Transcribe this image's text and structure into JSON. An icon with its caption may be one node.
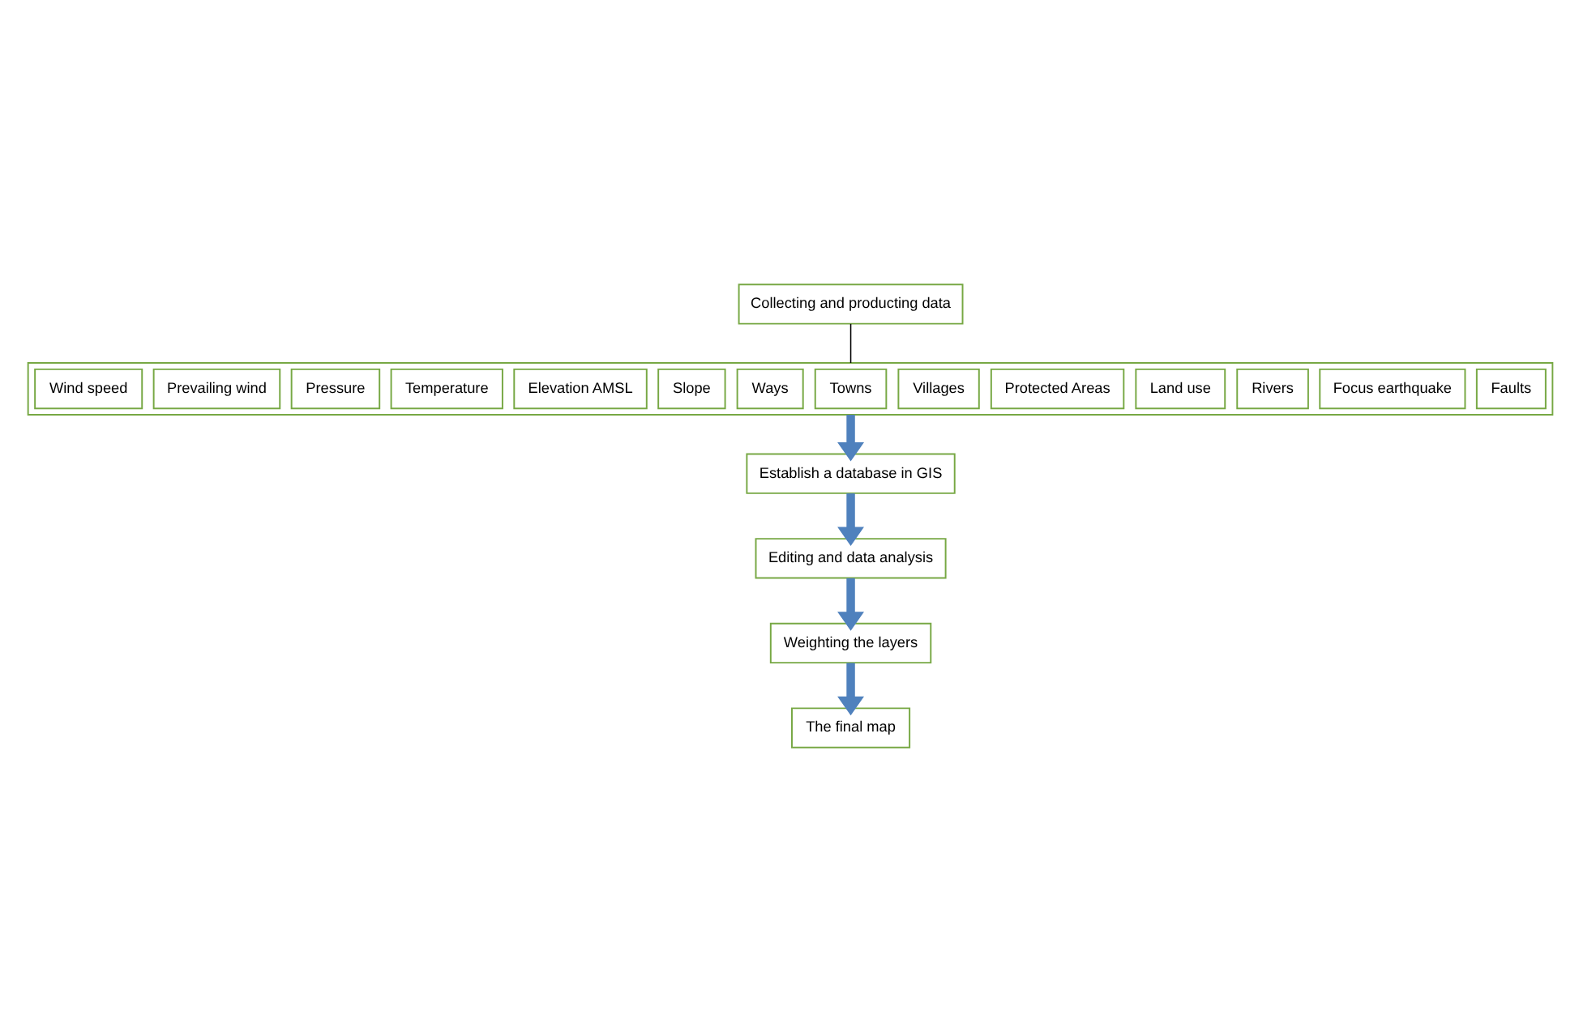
{
  "diagram": {
    "nodes": [
      {
        "text": [
          "Collecting and producting data"
        ]
      },
      {
        "text": [],
        "shape": "box"
      },
      {
        "text": [
          "Wind speed"
        ],
        "in": 1
      },
      {
        "text": [
          "Prevailing wind"
        ],
        "in": 1
      },
      {
        "text": [
          "Pressure"
        ],
        "in": 1
      },
      {
        "text": [
          "Temperature"
        ],
        "in": 1
      },
      {
        "text": [
          "Elevation AMSL"
        ],
        "in": 1
      },
      {
        "text": [
          "Slope"
        ],
        "in": 1
      },
      {
        "text": [
          "Ways"
        ],
        "in": 1
      },
      {
        "text": [
          "Towns"
        ],
        "in": 1
      },
      {
        "text": [
          "Villages"
        ],
        "in": 1
      },
      {
        "text": [
          "Protected Areas"
        ],
        "in": 1
      },
      {
        "text": [
          "Land use"
        ],
        "in": 1
      },
      {
        "text": [
          "Rivers"
        ],
        "in": 1
      },
      {
        "text": [
          "Focus earthquake"
        ],
        "in": 1
      },
      {
        "text": [
          "Faults"
        ],
        "in": 1
      },
      {
        "text": [
          "Establish a database in GIS"
        ]
      },
      {
        "text": [
          "Editing and data analysis"
        ]
      },
      {
        "text": [
          "Weighting the layers"
        ]
      },
      {
        "text": [
          "The final map"
        ]
      }
    ],
    "edges": [
      {
        "from": 0,
        "to": 1,
        "arrow": "none",
        "color": "#000000"
      },
      {
        "from": 1,
        "to": 16,
        "arrow": "to"
      },
      {
        "from": 16,
        "to": 17,
        "arrow": "to"
      },
      {
        "from": 17,
        "to": 18,
        "arrow": "to"
      },
      {
        "from": 18,
        "to": 19,
        "arrow": "to"
      }
    ]
  }
}
